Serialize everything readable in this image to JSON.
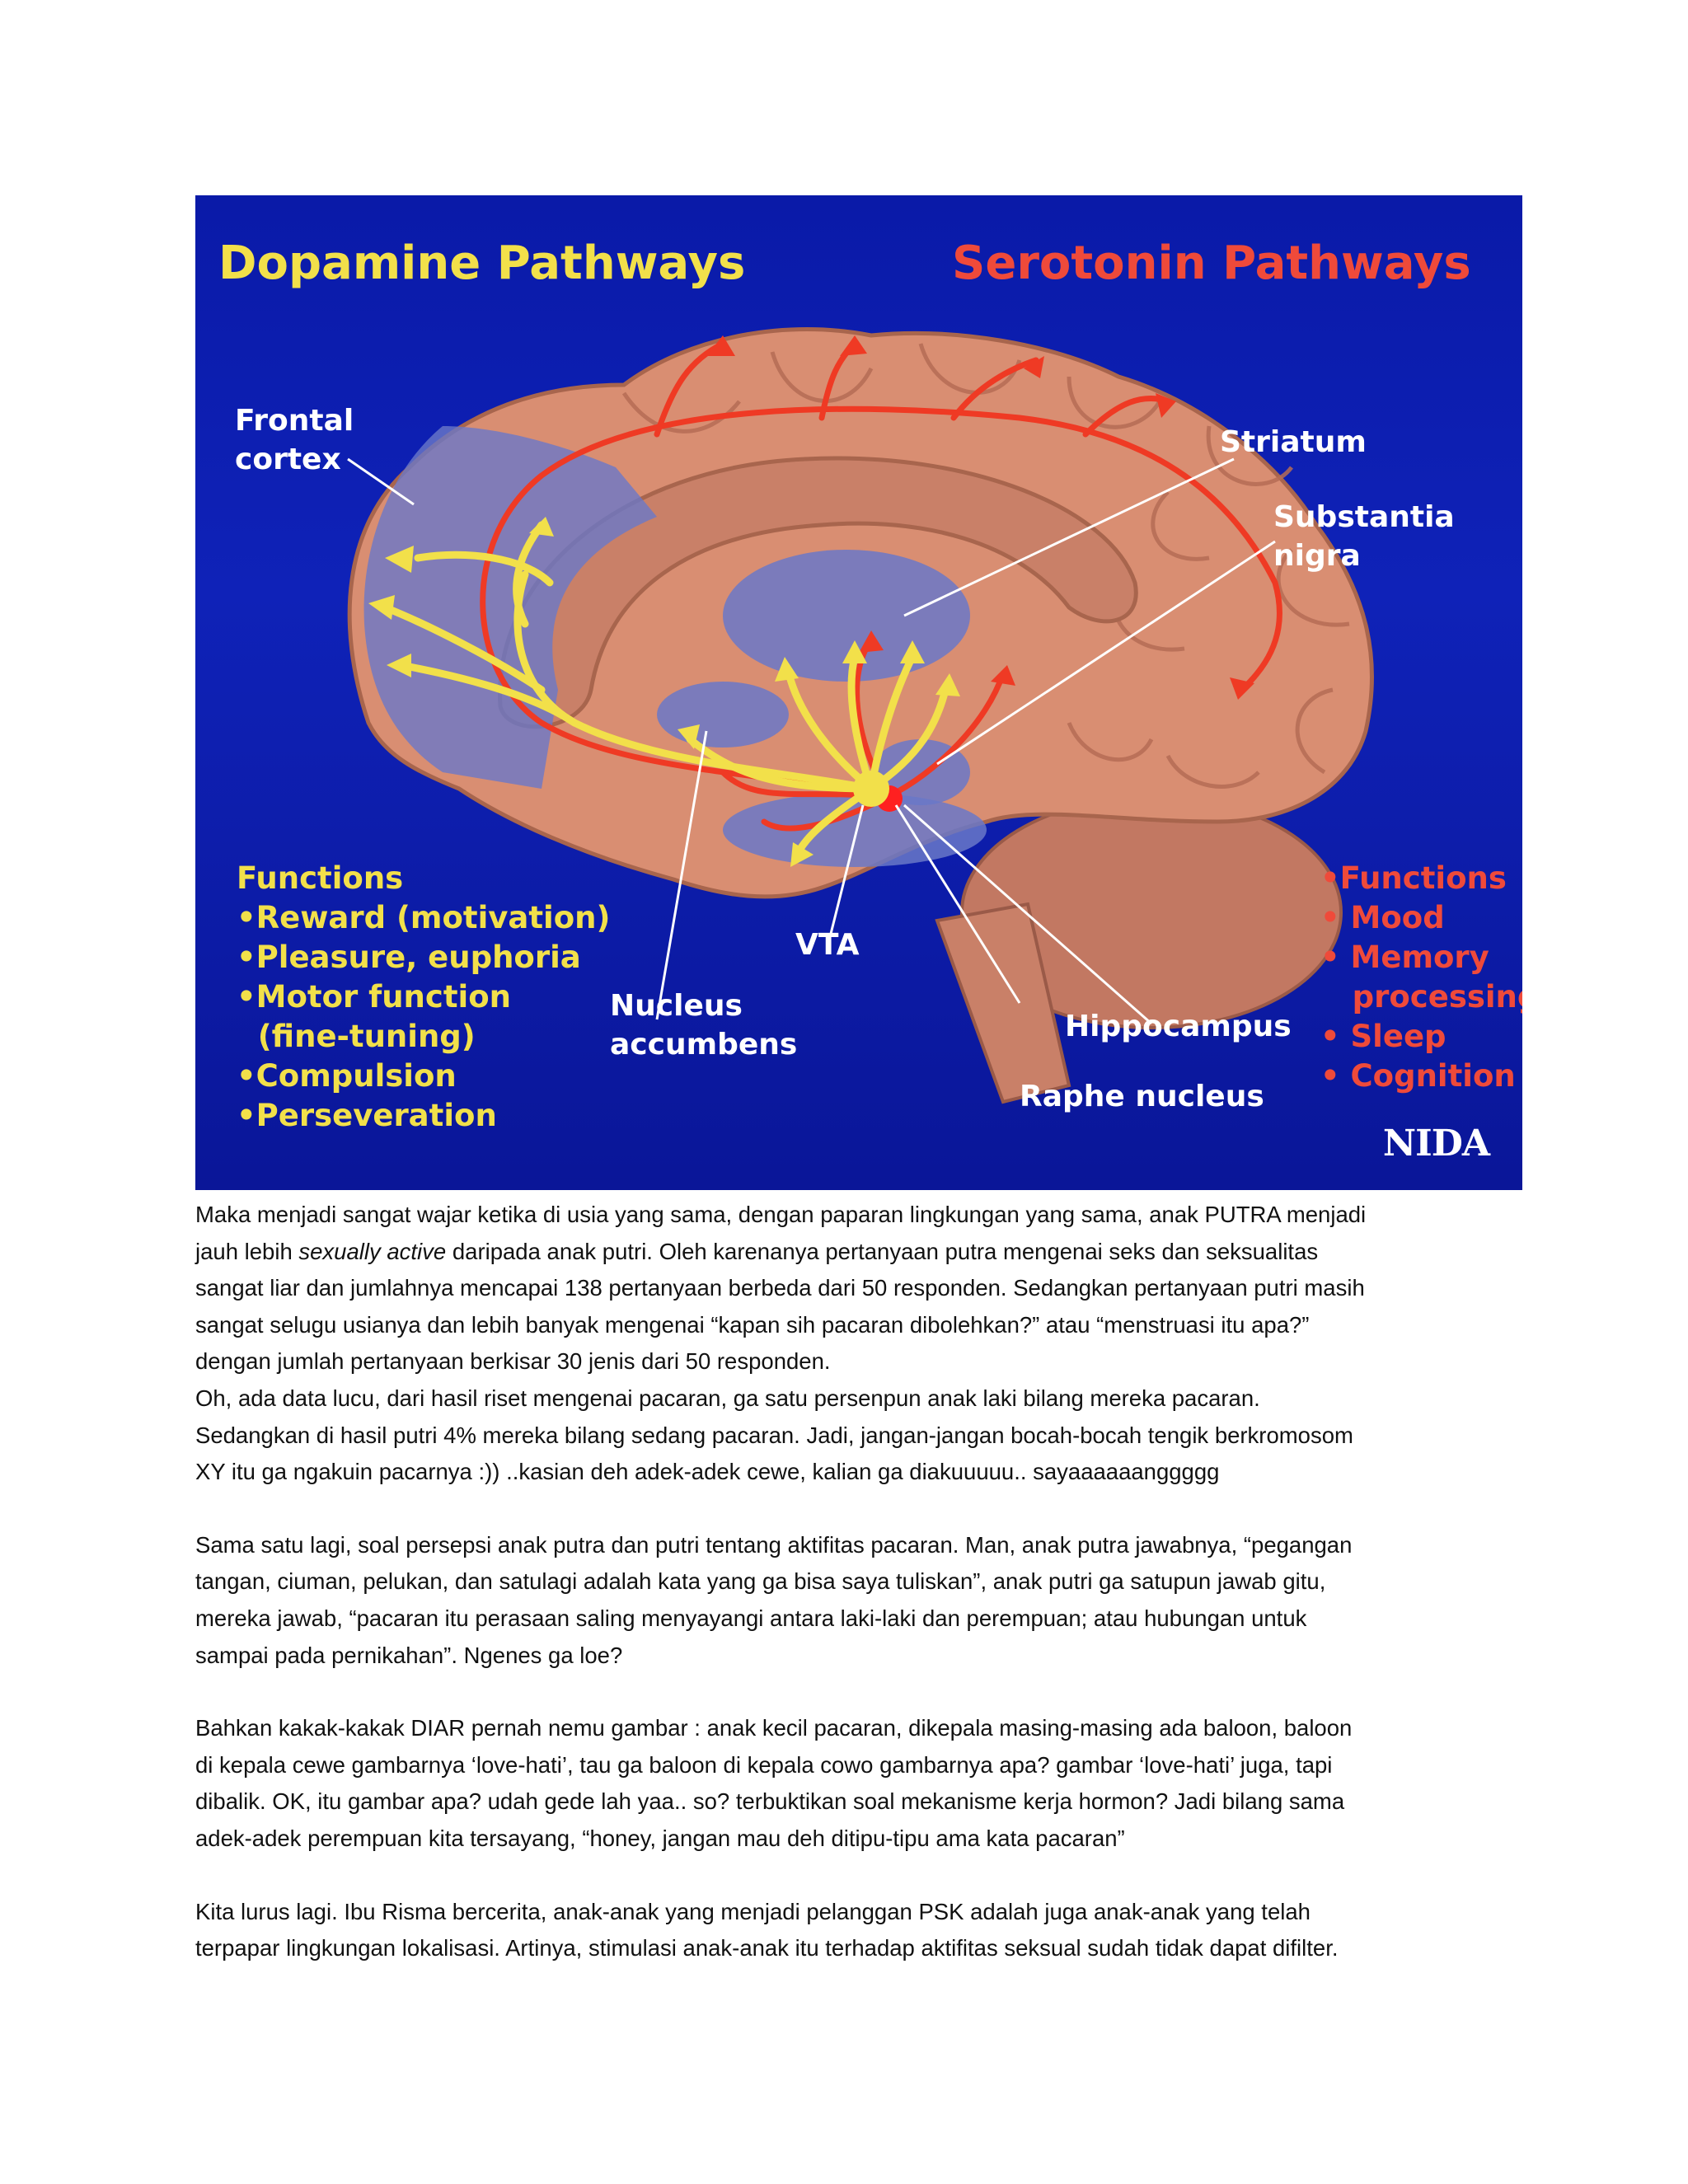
{
  "figure": {
    "title_left": "Dopamine Pathways",
    "title_right": "Serotonin Pathways",
    "labels": {
      "frontal_cortex": [
        "Frontal",
        "cortex"
      ],
      "striatum": "Striatum",
      "substantia_nigra": [
        "Substantia",
        "nigra"
      ],
      "vta": "VTA",
      "nucleus_accumbens": [
        "Nucleus",
        "accumbens"
      ],
      "hippocampus": "Hippocampus",
      "raphe_nucleus": "Raphe nucleus"
    },
    "dopamine_functions": [
      "Functions",
      "•Reward (motivation)",
      "•Pleasure, euphoria",
      "•Motor function",
      "  (fine-tuning)",
      "•Compulsion",
      "•Perseveration"
    ],
    "serotonin_functions": [
      "•Functions",
      "• Mood",
      "• Memory",
      "   processing",
      "• Sleep",
      "• Cognition"
    ],
    "credit": "NIDA",
    "colors": {
      "background": "#0f22b8",
      "dopamine": "#f2e04a",
      "serotonin": "#ef4a3a",
      "brain": "#d98e72"
    }
  },
  "body": {
    "p1": {
      "l1": "Maka menjadi sangat wajar ketika di usia yang sama, dengan paparan lingkungan yang sama, anak PUTRA menjadi",
      "l2_pre": "jauh lebih ",
      "l2_em": "sexually active",
      "l2_post": " daripada anak putri. Oleh karenanya pertanyaan putra mengenai seks dan seksualitas",
      "l3": "sangat liar dan jumlahnya mencapai 138 pertanyaan berbeda dari 50 responden. Sedangkan pertanyaan putri masih",
      "l4": "sangat selugu usianya dan lebih banyak mengenai “kapan sih pacaran dibolehkan?” atau “menstruasi itu apa?”",
      "l5": "dengan jumlah pertanyaan berkisar 30 jenis dari 50 responden.",
      "l6": "Oh, ada data lucu, dari hasil riset mengenai pacaran, ga satu persenpun anak laki bilang mereka pacaran.",
      "l7": "Sedangkan di hasil putri 4% mereka bilang sedang pacaran. Jadi, jangan-jangan bocah-bocah tengik berkromosom",
      "l8": "XY itu ga ngakuin pacarnya :)) ..kasian deh adek-adek cewe, kalian ga diakuuuuu.. sayaaaaaanggggg"
    },
    "p2": {
      "l1": "Sama satu lagi, soal persepsi anak putra dan putri tentang aktifitas pacaran. Man, anak putra jawabnya, “pegangan",
      "l2": "tangan, ciuman, pelukan, dan satulagi adalah kata yang ga bisa saya tuliskan”, anak putri ga satupun jawab gitu,",
      "l3": "mereka jawab, “pacaran itu perasaan saling menyayangi antara laki-laki dan perempuan; atau hubungan untuk",
      "l4": "sampai pada pernikahan”. Ngenes ga loe?"
    },
    "p3": {
      "l1": "Bahkan kakak-kakak DIAR pernah nemu gambar : anak kecil pacaran, dikepala masing-masing ada baloon, baloon",
      "l2": "di kepala cewe gambarnya ‘love-hati’, tau ga baloon di kepala cowo gambarnya apa? gambar ‘love-hati’ juga, tapi",
      "l3": "dibalik. OK, itu gambar apa? udah gede lah yaa.. so? terbuktikan soal mekanisme kerja hormon? Jadi bilang sama",
      "l4": "adek-adek perempuan kita tersayang, “honey, jangan mau deh ditipu-tipu ama kata pacaran”"
    },
    "p4": {
      "l1": "Kita lurus lagi. Ibu Risma bercerita, anak-anak yang menjadi pelanggan PSK adalah juga anak-anak yang telah",
      "l2": "terpapar lingkungan lokalisasi. Artinya, stimulasi anak-anak itu terhadap aktifitas seksual sudah tidak dapat difilter."
    }
  }
}
